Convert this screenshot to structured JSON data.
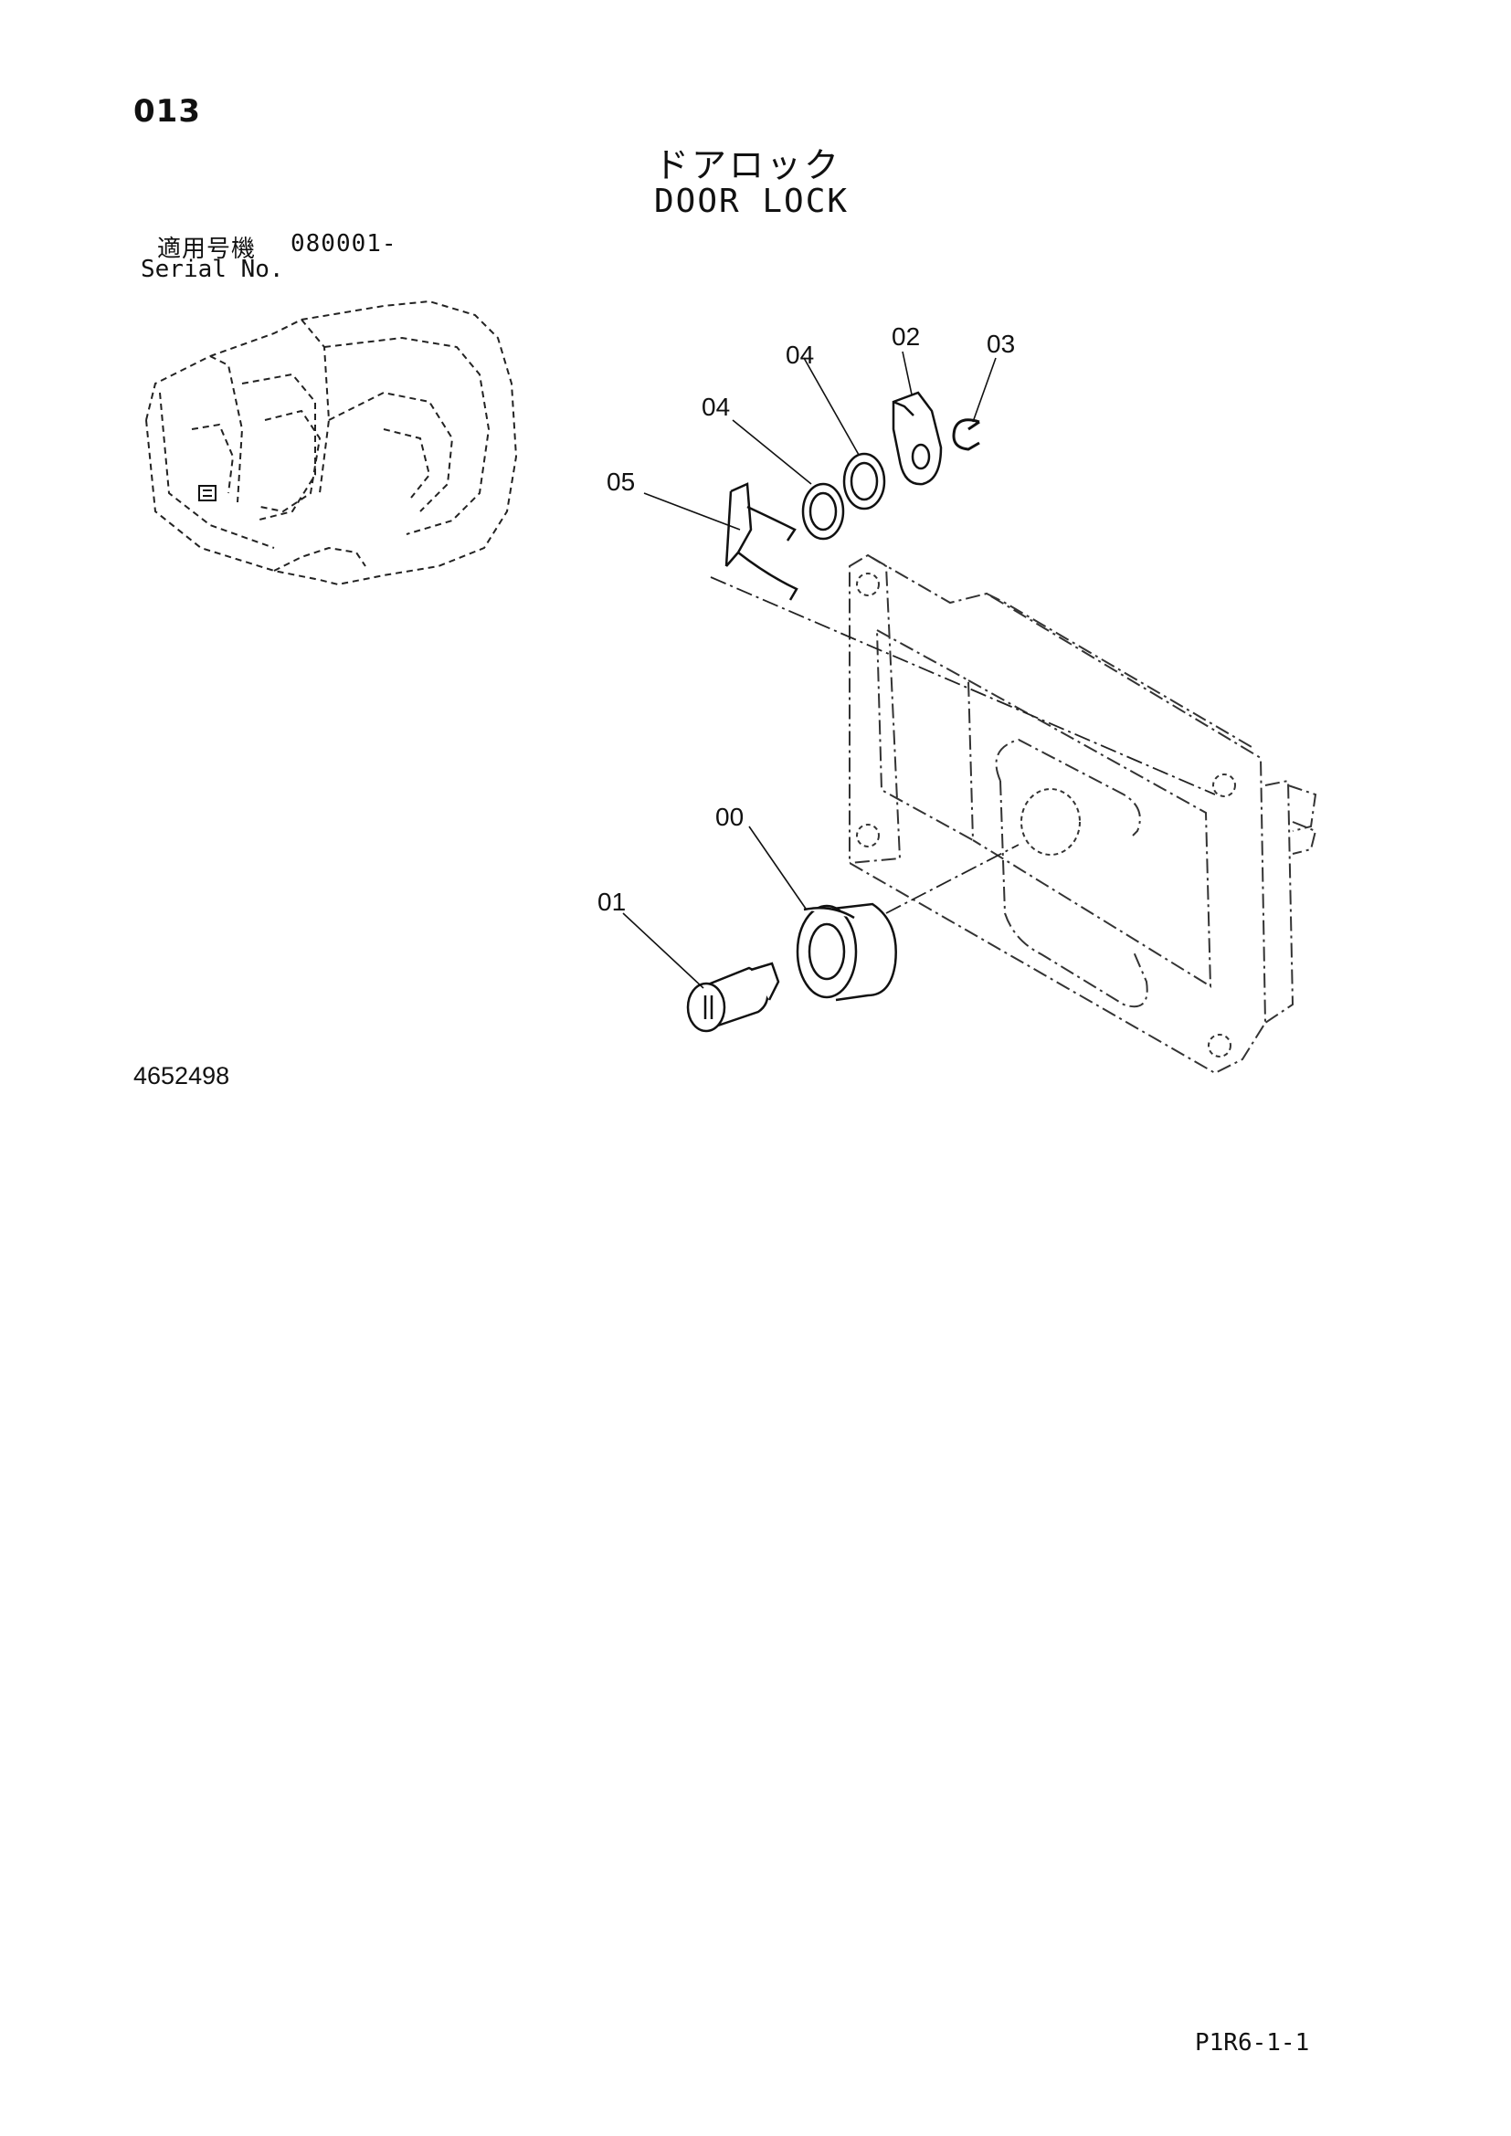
{
  "page": {
    "section_number": "013",
    "title_jp": "ドアロック",
    "title_en": "DOOR LOCK",
    "serial_label_jp": "適用号機",
    "serial_value": "080001-",
    "serial_label_en": "Serial No.",
    "figure_number": "4652498",
    "page_ref": "P1R6-1-1"
  },
  "callouts": [
    {
      "id": "c02",
      "label": "02"
    },
    {
      "id": "c03",
      "label": "03"
    },
    {
      "id": "c04a",
      "label": "04"
    },
    {
      "id": "c04b",
      "label": "04"
    },
    {
      "id": "c05",
      "label": "05"
    },
    {
      "id": "c00",
      "label": "00"
    },
    {
      "id": "c01",
      "label": "01"
    }
  ]
}
